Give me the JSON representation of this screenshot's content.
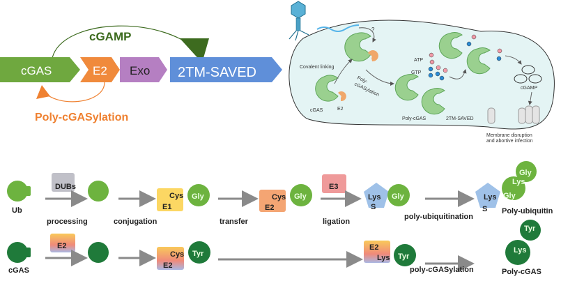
{
  "top_left": {
    "pathway": [
      "cGAS",
      "E2",
      "Exo",
      "2TM-SAVED"
    ],
    "cgamp_label": "cGAMP",
    "feedback_label": "Poly-cGASylation",
    "colors": {
      "cgas": "#6fa83f",
      "e2": "#f08a3c",
      "exo": "#b57fc2",
      "saved": "#5f8fd9",
      "cgamp_text": "#3d6b1f",
      "feedback_text": "#ef8131"
    }
  },
  "top_right": {
    "covalent_linking": "Covalent linking",
    "question": "?",
    "poly_line1": "Poly-",
    "poly_line2": "cGASylation",
    "cgas": "cGAS",
    "e2": "E2",
    "atp": "ATP",
    "gtp": "GTP",
    "poly_cgas": "Poly-cGAS",
    "saved": "2TM-SAVED",
    "cgamp": "cGAMP",
    "membrane_line1": "Membrane disruption",
    "membrane_line2": "and abortive infection"
  },
  "ub_row": {
    "ub": "Ub",
    "dubs": "DUBs",
    "processing": "processing",
    "conjugation": "conjugation",
    "transfer": "transfer",
    "ligation": "ligation",
    "poly_ubiquitination": "poly-ubiquitination",
    "poly_ubiquitin": "Poly-ubiquitin",
    "cys": "Cys",
    "gly": "Gly",
    "lys": "Lys",
    "s": "S",
    "e1": "E1",
    "e2": "E2",
    "e3": "E3"
  },
  "cgas_row": {
    "cgas": "cGAS",
    "e2": "E2",
    "cys": "Cys",
    "tyr": "Tyr",
    "lys": "Lys",
    "poly_cgasylation": "poly-cGASylation",
    "poly_cgas": "Poly-cGAS"
  }
}
